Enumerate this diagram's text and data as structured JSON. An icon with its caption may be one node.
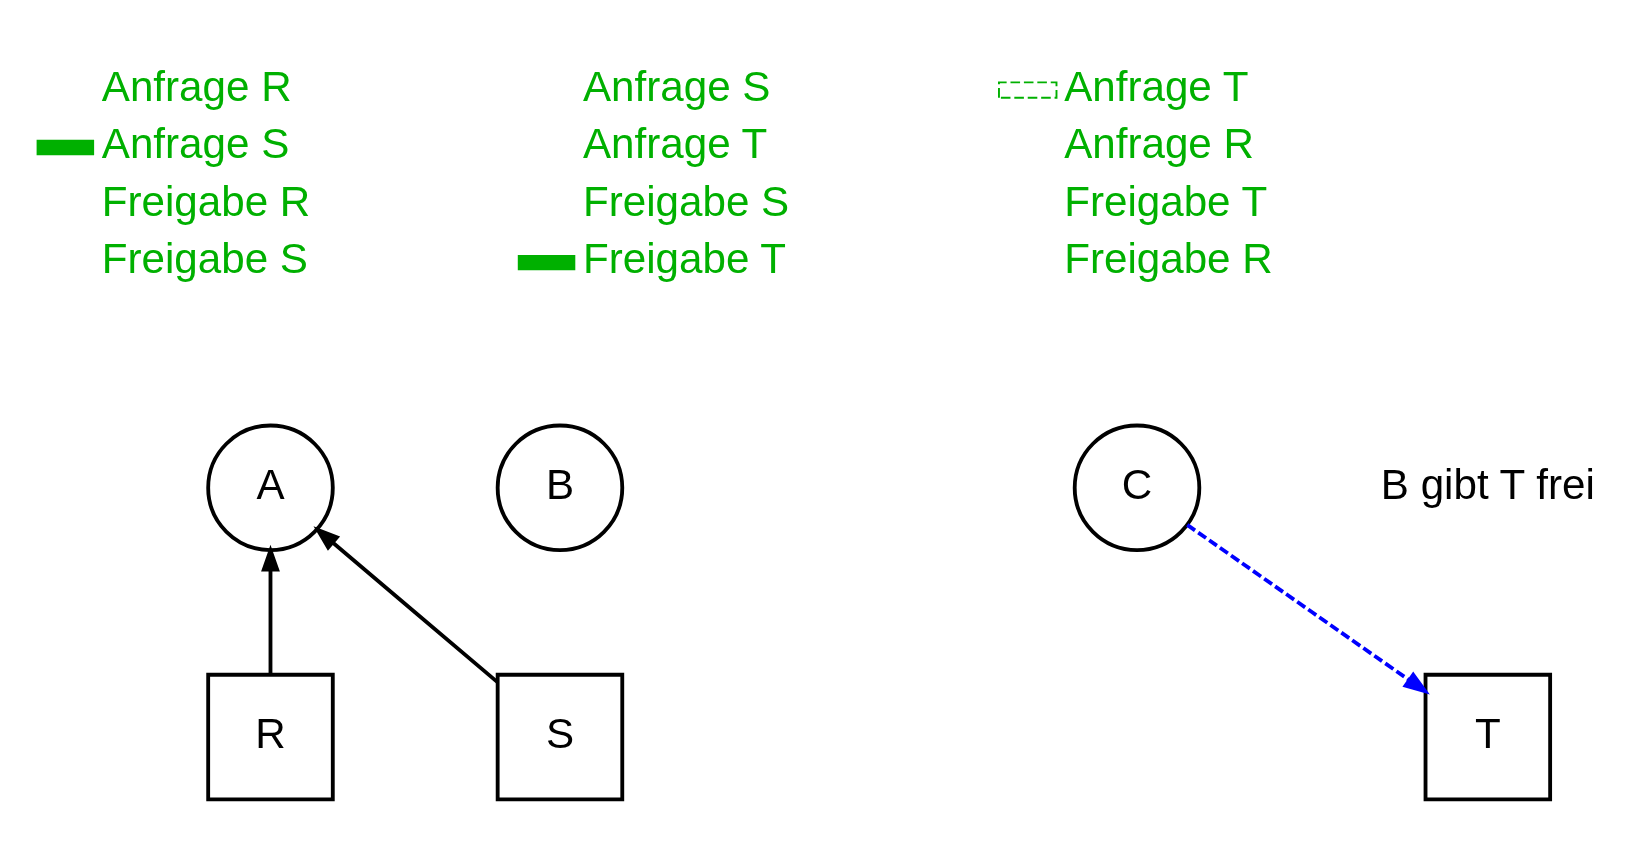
{
  "diagram": {
    "nodes": [
      {
        "text": [
          "A"
        ]
      },
      {
        "text": [
          "B"
        ]
      },
      {
        "text": [
          "C"
        ]
      },
      {
        "text": [
          "R"
        ]
      },
      {
        "text": [
          "S"
        ]
      },
      {
        "text": [
          "T"
        ]
      }
    ],
    "edges": [
      {
        "from": 3,
        "to": 0,
        "arrow": "to"
      },
      {
        "from": 4,
        "to": 0,
        "arrow": "to"
      },
      {
        "from": 2,
        "to": 5,
        "arrow": "to",
        "style": "dashed",
        "color": "#0000ff"
      }
    ],
    "labels": [
      "Anfrage R",
      "Anfrage S",
      "Freigabe R",
      "Freigabe S",
      "Anfrage S",
      "Anfrage T",
      "Freigabe S",
      "Freigabe T",
      "Anfrage T",
      "Anfrage R",
      "Freigabe T",
      "Freigabe R",
      "B gibt T frei"
    ]
  }
}
